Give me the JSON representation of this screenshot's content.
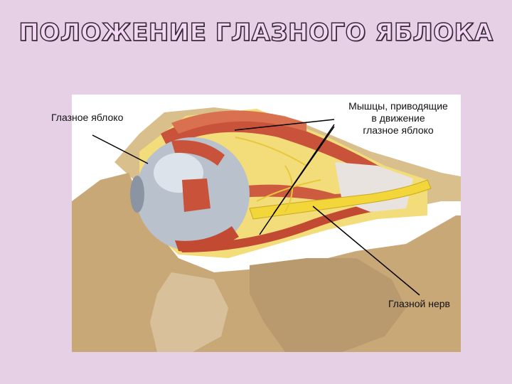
{
  "title": "ПОЛОЖЕНИЕ ГЛАЗНОГО ЯБЛОКА",
  "labels": {
    "eyeball": "Глазное яблоко",
    "muscles_line1": "Мышцы, приводящие",
    "muscles_line2": "в движение",
    "muscles_line3": "глазное яблоко",
    "optic_nerve": "Глазной нерв"
  },
  "colors": {
    "background": "#e6d0e6",
    "bone": "#c8a97a",
    "fat": "#f4e07c",
    "muscle": "#c8553a",
    "eye": "#b8c0cc",
    "nerve": "#f2d63a"
  }
}
